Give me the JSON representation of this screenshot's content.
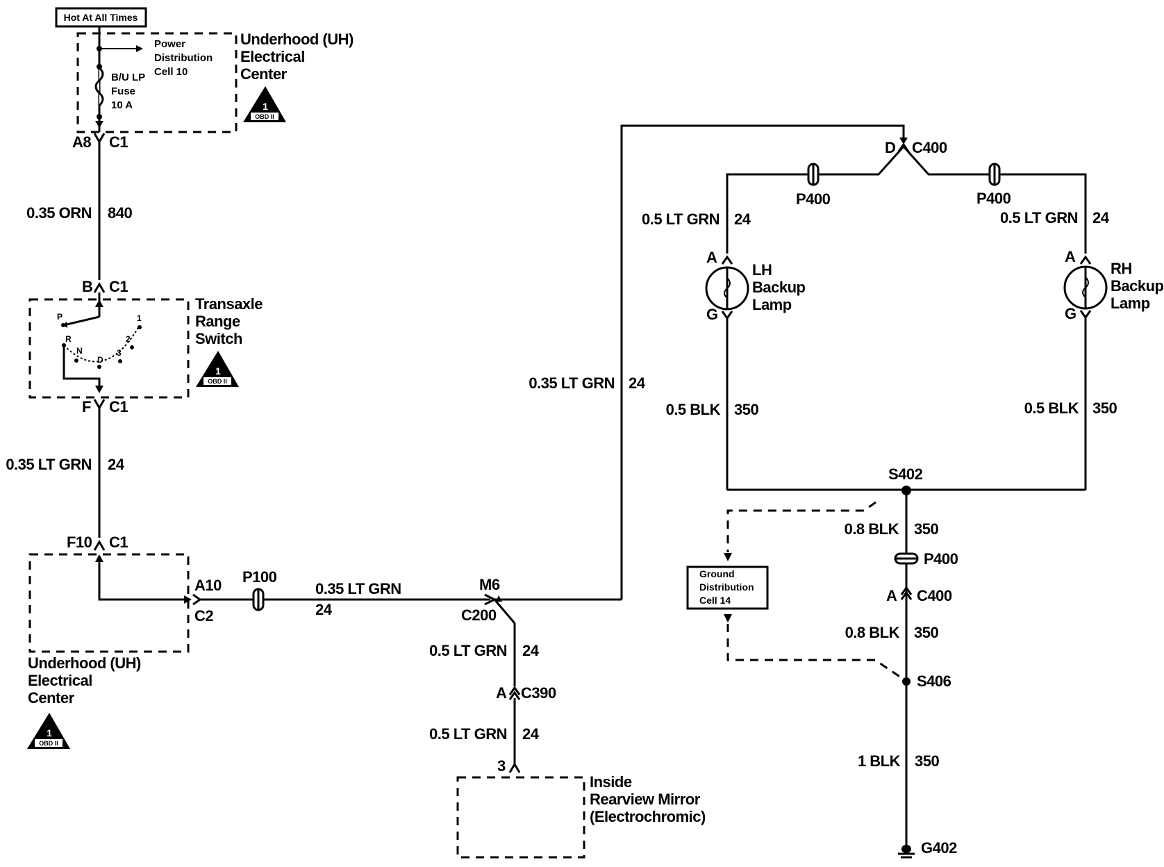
{
  "hot_box": "Hot At All Times",
  "uh_top": {
    "title": [
      "Underhood (UH)",
      "Electrical",
      "Center"
    ],
    "power_dist": [
      "Power",
      "Distribution",
      "Cell 10"
    ],
    "fuse": [
      "B/U LP",
      "Fuse",
      "10 A"
    ],
    "sym_num": "1",
    "sym_code": "OBD II",
    "pin": "A8",
    "conn": "C1"
  },
  "wire1": {
    "gauge": "0.35 ORN",
    "circuit": "840"
  },
  "trs": {
    "title": [
      "Transaxle",
      "Range",
      "Switch"
    ],
    "pin_in": "B",
    "conn_in": "C1",
    "positions": [
      "P",
      "R",
      "N",
      "D",
      "3",
      "2",
      "1"
    ],
    "sym_num": "1",
    "sym_code": "OBD II",
    "pin_out": "F",
    "conn_out": "C1"
  },
  "wire2": {
    "gauge": "0.35 LT GRN",
    "circuit": "24"
  },
  "uh_bottom": {
    "pin_in": "F10",
    "conn_in": "C1",
    "pin_out": "A10",
    "conn_out": "C2",
    "title": [
      "Underhood (UH)",
      "Electrical",
      "Center"
    ],
    "sym_num": "1",
    "sym_code": "OBD II"
  },
  "p100": "P100",
  "wire3": {
    "gauge": "0.35 LT GRN",
    "circuit": "24"
  },
  "c200": {
    "pin": "M6",
    "conn": "C200"
  },
  "wire4": {
    "gauge": "0.5 LT GRN",
    "circuit": "24"
  },
  "c390": {
    "pin": "A",
    "conn": "C390"
  },
  "wire5": {
    "gauge": "0.5 LT GRN",
    "circuit": "24"
  },
  "mirror": {
    "pin": "3",
    "title": [
      "Inside",
      "Rearview Mirror",
      "(Electrochromic)"
    ]
  },
  "wire_up": {
    "gauge": "0.35 LT GRN",
    "circuit": "24"
  },
  "c400_top": {
    "pin": "D",
    "conn": "C400"
  },
  "p400_left": "P400",
  "p400_right": "P400",
  "lh": {
    "gauge": "0.5 LT GRN",
    "circuit": "24",
    "pin_a": "A",
    "pin_g": "G",
    "title": [
      "LH",
      "Backup",
      "Lamp"
    ],
    "gnd_gauge": "0.5 BLK",
    "gnd_circuit": "350"
  },
  "rh": {
    "gauge": "0.5 LT GRN",
    "circuit": "24",
    "pin_a": "A",
    "pin_g": "G",
    "title": [
      "RH",
      "Backup",
      "Lamp"
    ],
    "gnd_gauge": "0.5 BLK",
    "gnd_circuit": "350"
  },
  "s402": "S402",
  "ground_box": [
    "Ground",
    "Distribution",
    "Cell 14"
  ],
  "wire_g1": {
    "gauge": "0.8 BLK",
    "circuit": "350"
  },
  "p400_bottom": "P400",
  "c400_bottom": {
    "pin": "A",
    "conn": "C400"
  },
  "wire_g2": {
    "gauge": "0.8 BLK",
    "circuit": "350"
  },
  "s406": "S406",
  "wire_g3": {
    "gauge": "1 BLK",
    "circuit": "350"
  },
  "g402": "G402"
}
